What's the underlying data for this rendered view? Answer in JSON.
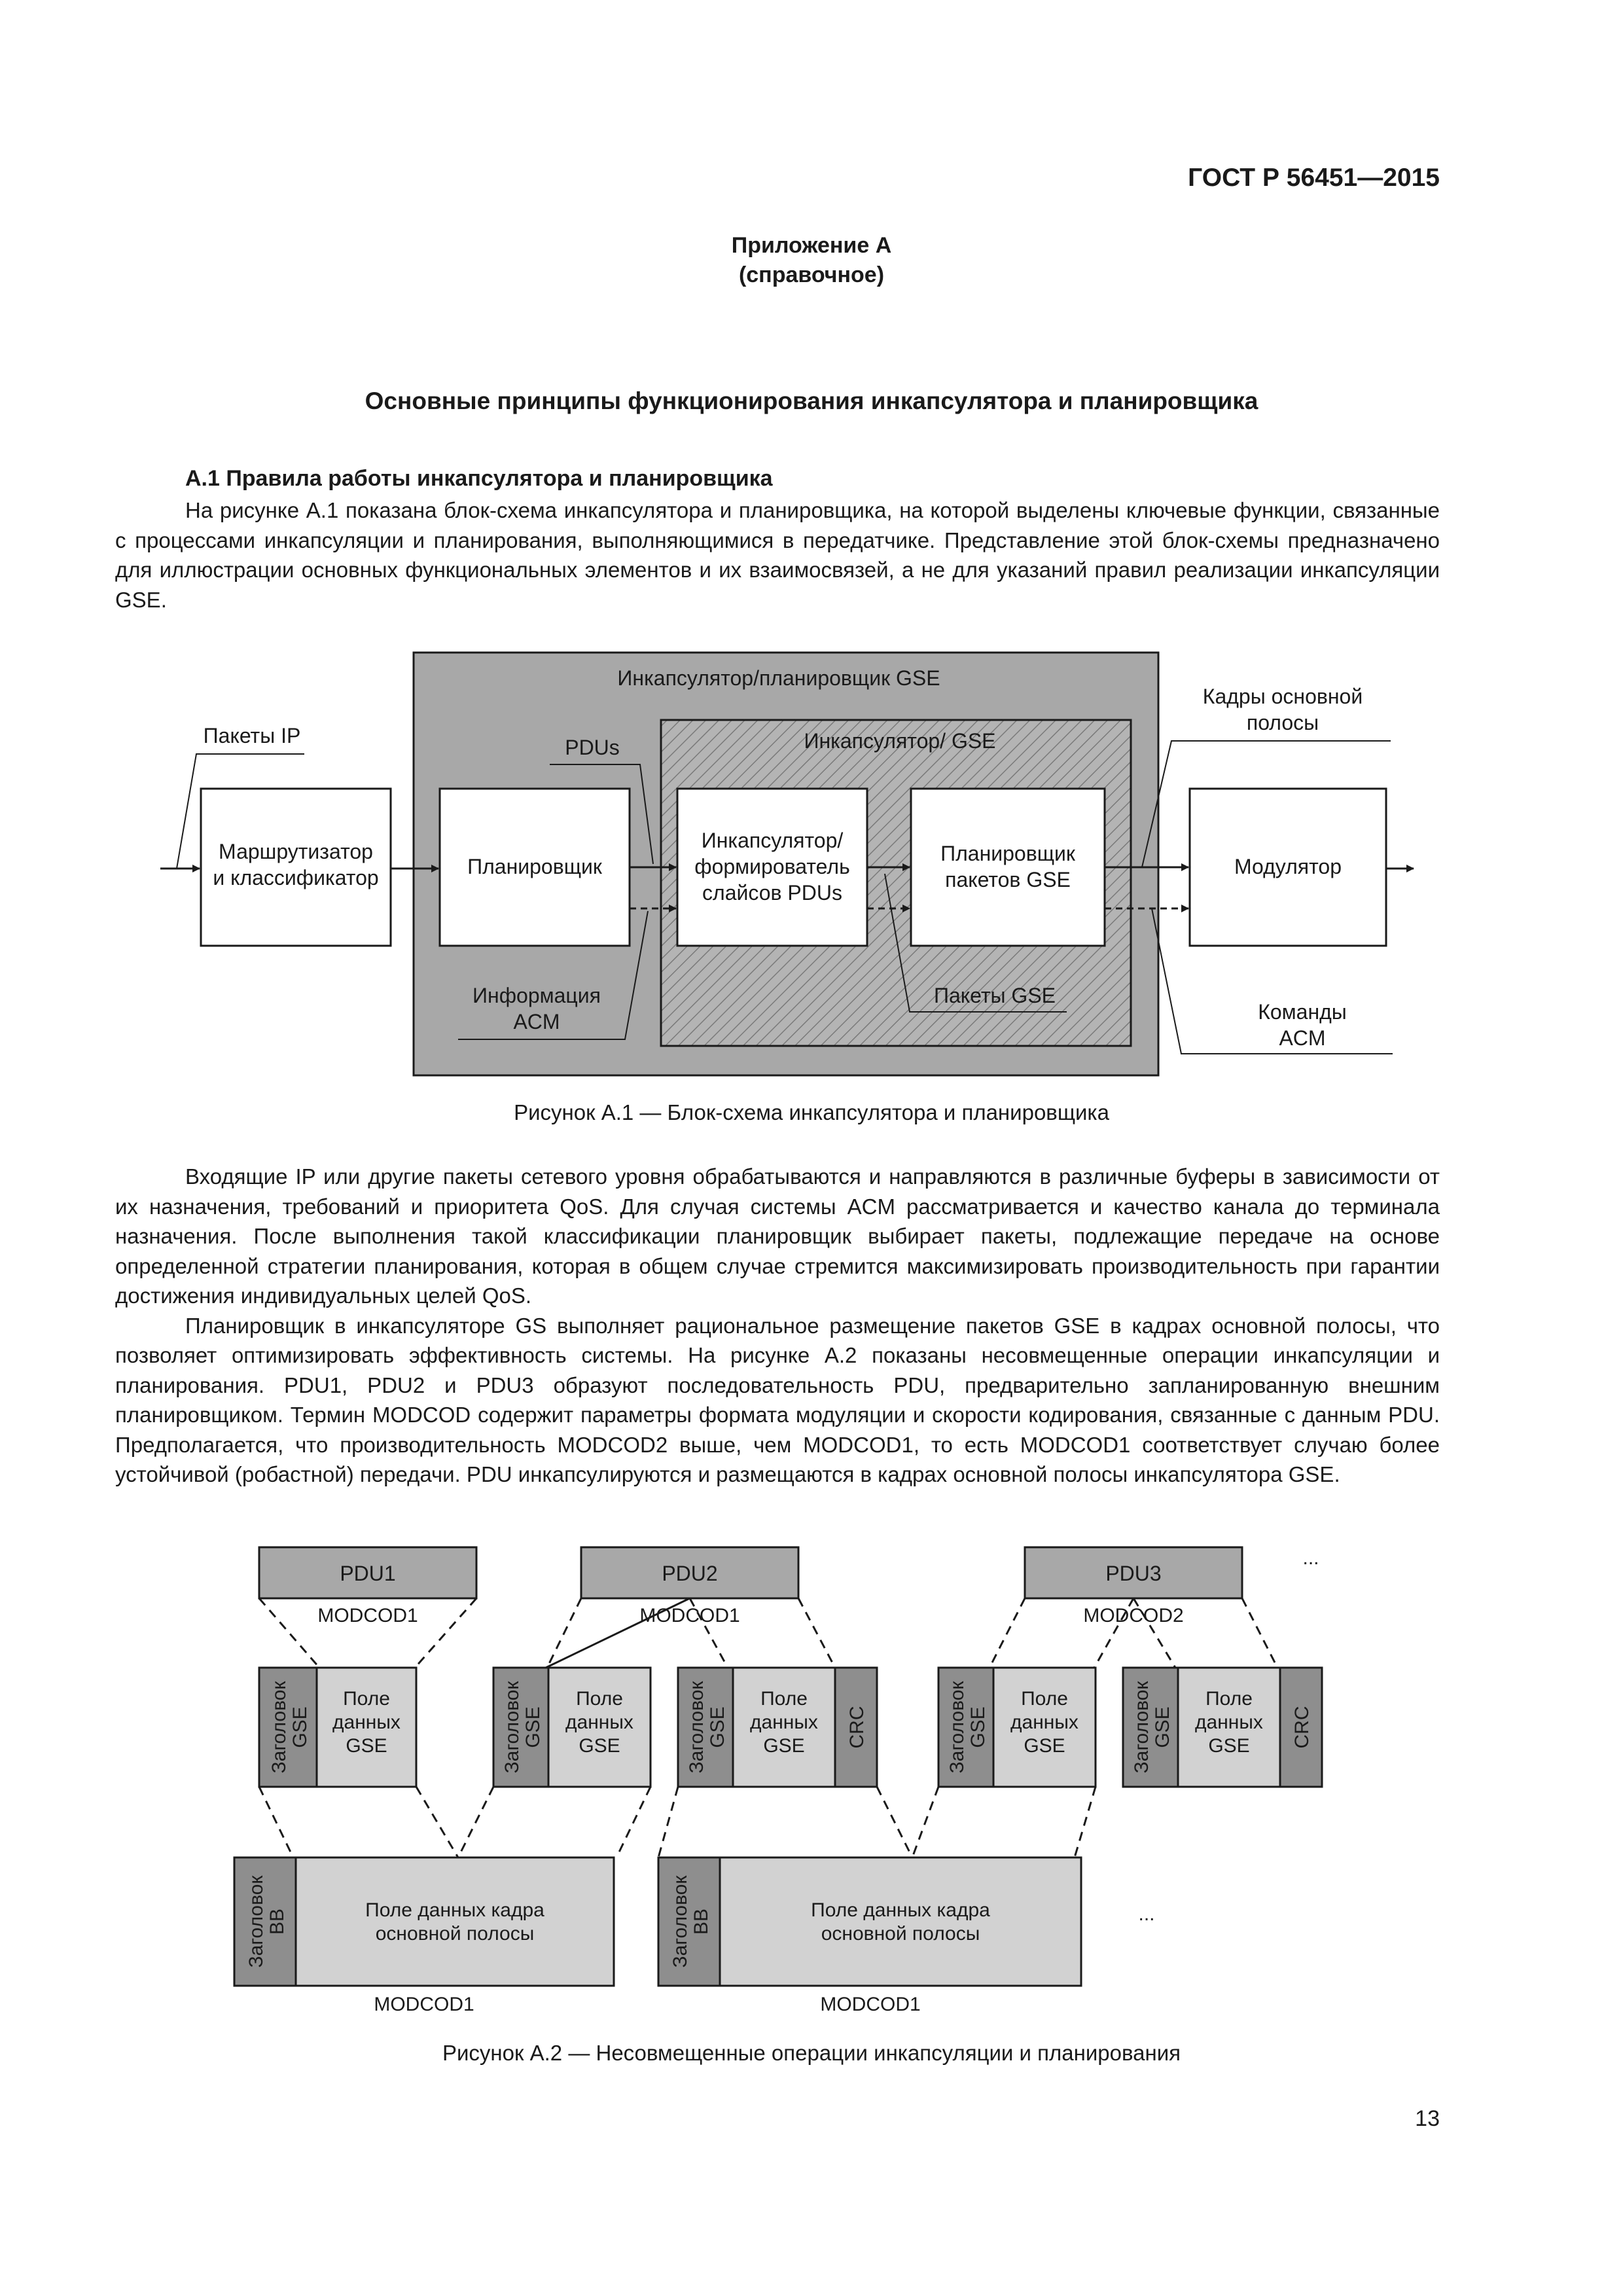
{
  "header": {
    "doc_number": "ГОСТ Р 56451—2015"
  },
  "appendix": {
    "title": "Приложение А",
    "subtitle": "(справочное)"
  },
  "page_title": "Основные принципы функционирования инкапсулятора и планировщика",
  "section": {
    "title": "А.1  Правила работы инкапсулятора и планировщика"
  },
  "intro_paragraph": "На рисунке А.1 показана блок-схема инкапсулятора и планировщика, на которой выделены ключевые функции, связанные с процессами инкапсуляции и планирования, выполняющимися в передатчике. Представление этой блок-схемы предназначено для иллюстрации основных функциональных элементов и их взаимосвязей, а не для указаний правил реализации инкапсуляции GSE.",
  "figure1": {
    "outer_label": "Инкапсулятор/планировщик GSE",
    "inner_label": "Инкапсулятор/ GSE",
    "input_label": "Пакеты IP",
    "pdus_label": "PDUs",
    "acm_info_line1": "Информация",
    "acm_info_line2": "ACM",
    "router_line1": "Маршрутизатор",
    "router_line2": "и классификатор",
    "scheduler": "Планировщик",
    "encap_line1": "Инкапсулятор/",
    "encap_line2": "формирователь",
    "encap_line3": "слайсов PDUs",
    "gse_sched_line1": "Планировщик",
    "gse_sched_line2": "пакетов GSE",
    "gse_packets": "Пакеты GSE",
    "modulator": "Модулятор",
    "bb_frames_line1": "Кадры основной",
    "bb_frames_line2": "полосы",
    "acm_cmd_line1": "Команды",
    "acm_cmd_line2": "ACM",
    "caption": "Рисунок А.1 — Блок-схема инкапсулятора и планировщика"
  },
  "body_paragraphs": [
    "Входящие IP или другие пакеты сетевого уровня обрабатываются и направляются в различные буферы в зависимости от их назначения, требований и приоритета QoS. Для случая системы ACM рассматривается и качество канала до терминала назначения. После выполнения такой классификации планировщик выбирает пакеты, подлежащие передаче на основе определенной стратегии планирования, которая в общем случае стремится максимизировать производительность при гарантии достижения индивидуальных целей QoS.",
    "Планировщик в инкапсуляторе GS выполняет рациональное размещение пакетов GSE в кадрах основной полосы, что позволяет оптимизировать эффективность системы. На рисунке А.2 показаны несовмещенные операции инкапсуляции и планирования. PDU1, PDU2 и PDU3 образуют последовательность PDU, предварительно запланированную внешним планировщиком. Термин MODCOD содержит параметры формата модуляции и скорости кодирования, связанные с данным PDU. Предполагается, что производительность MODCOD2 выше, чем MODCOD1, то есть MODCOD1 соответствует случаю более устойчивой (робастной) передачи. PDU инкапсулируются и размещаются в кадрах основной полосы инкапсулятора GSE."
  ],
  "figure2": {
    "pdu1": "PDU1",
    "pdu2": "PDU2",
    "pdu3": "PDU3",
    "ellipsis": "...",
    "modcod1": "MODCOD1",
    "modcod2": "MODCOD2",
    "gse_header_line1": "Заголовок",
    "gse_header_line2": "GSE",
    "data_field_line1": "Поле",
    "data_field_line2": "данных",
    "data_field_line3": "GSE",
    "crc": "CRC",
    "bb_header_line1": "Заголовок",
    "bb_header_line2": "BB",
    "bb_data_line1": "Поле данных кадра",
    "bb_data_line2": "основной полосы",
    "caption": "Рисунок А.2 — Несовмещенные операции инкапсуляции и планирования"
  },
  "page_number": "13",
  "colors": {
    "outer_gray": "#a8a8a8",
    "box_light": "#d2d2d2",
    "header_dark": "#8e8e8e",
    "text": "#1a1a1a"
  }
}
